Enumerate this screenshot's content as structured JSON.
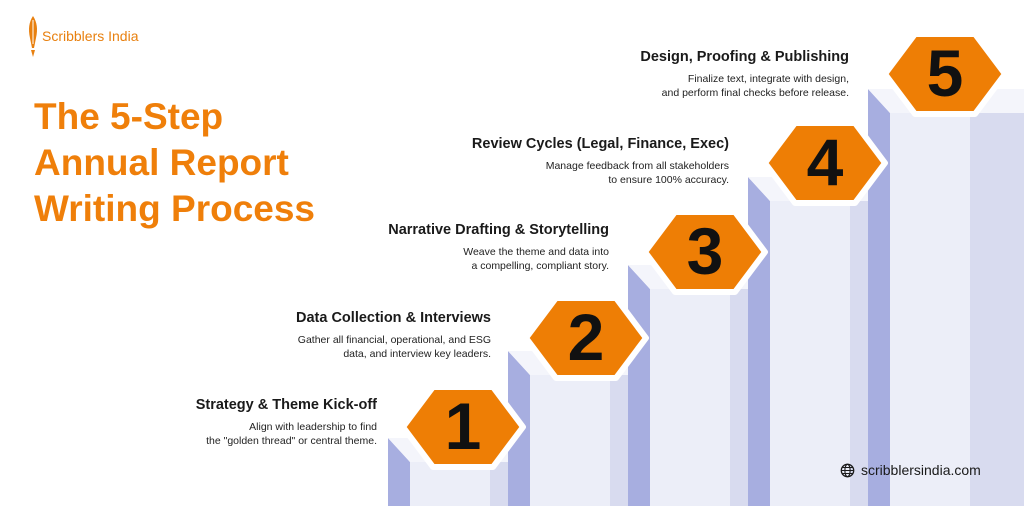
{
  "brand": {
    "name": "Scribblers India",
    "website": "scribblersindia.com"
  },
  "title": {
    "lines": [
      "The 5-Step",
      "Annual Report",
      "Writing Process"
    ]
  },
  "steps": [
    {
      "number": "1",
      "title": "Strategy & Theme Kick-off",
      "desc": [
        "Align with leadership to find",
        "the \"golden thread\" or central theme."
      ]
    },
    {
      "number": "2",
      "title": "Data Collection & Interviews",
      "desc": [
        "Gather all financial, operational, and ESG",
        "data, and interview key leaders."
      ]
    },
    {
      "number": "3",
      "title": "Narrative Drafting & Storytelling",
      "desc": [
        "Weave the theme and data into",
        "a compelling, compliant story."
      ]
    },
    {
      "number": "4",
      "title": "Review Cycles (Legal, Finance, Exec)",
      "desc": [
        "Manage feedback from all stakeholders",
        "to ensure 100% accuracy."
      ]
    },
    {
      "number": "5",
      "title": "Design, Proofing & Publishing",
      "desc": [
        "Finalize text, integrate with design,",
        "and perform final checks before release."
      ]
    }
  ],
  "colors": {
    "accent": "#ef7f0a",
    "hexagon": "#ee7e05",
    "hexagon_edge": "#ffffff",
    "pillar_light": "#eceef8",
    "pillar_mid": "#d8dbef",
    "pillar_side": "#a7aee0",
    "pillar_cap": "#f4f5fb"
  },
  "icons": {
    "logo": "quill-pen-icon",
    "website": "globe-icon"
  }
}
